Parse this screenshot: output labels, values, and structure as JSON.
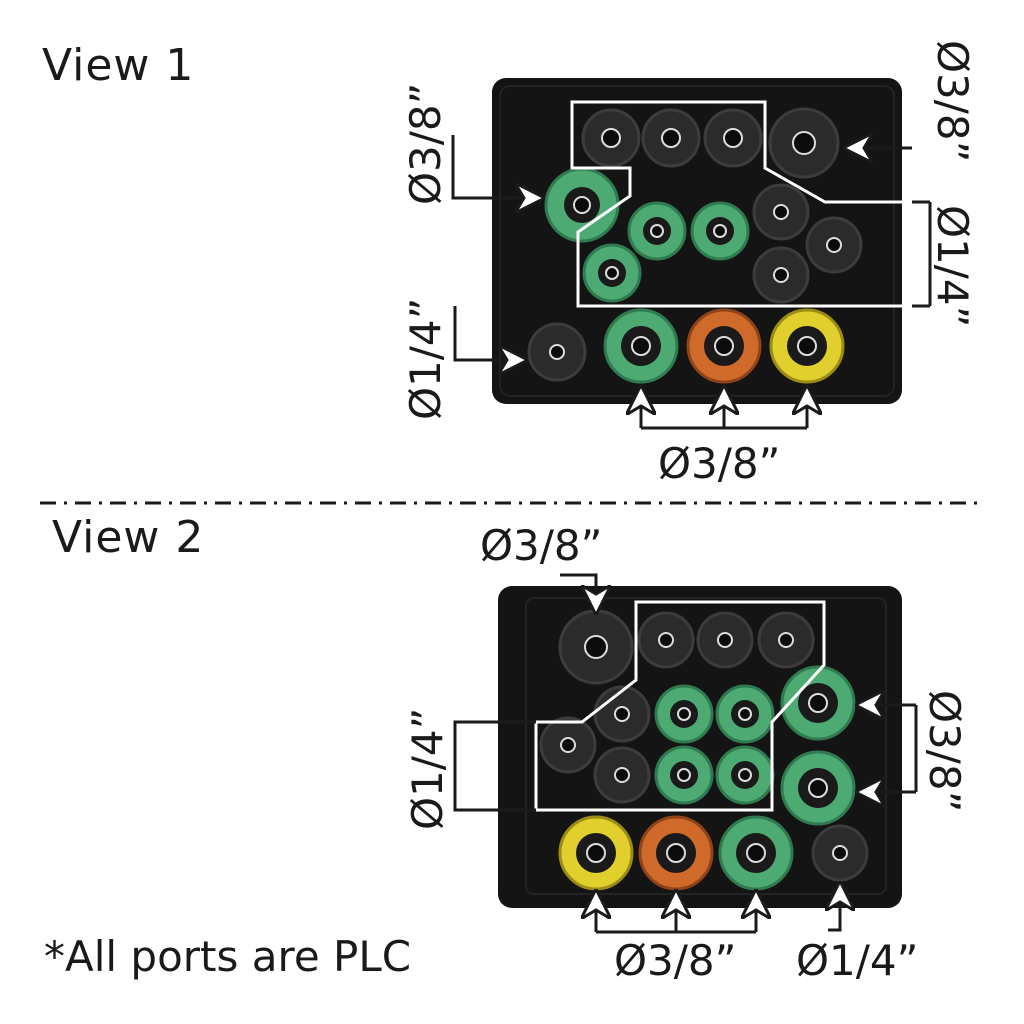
{
  "views": [
    {
      "title": "View 1",
      "labels": {
        "left_top": "Ø3/8”",
        "right_top": "Ø3/8”",
        "right_mid": "Ø1/4”",
        "left_bottom": "Ø1/4”",
        "bottom": "Ø3/8”"
      }
    },
    {
      "title": "View 2",
      "labels": {
        "top": "Ø3/8”",
        "left_mid": "Ø1/4”",
        "right_mid": "Ø3/8”",
        "bottom_left": "Ø3/8”",
        "bottom_right": "Ø1/4”"
      }
    }
  ],
  "note": "*All ports are PLC",
  "colors": {
    "body": "#141414",
    "port_black": "#2b2b2b",
    "port_green": "#4caa72",
    "port_orange": "#d06a2a",
    "port_yellow": "#e0cf2c",
    "line": "#1a1a1a"
  }
}
